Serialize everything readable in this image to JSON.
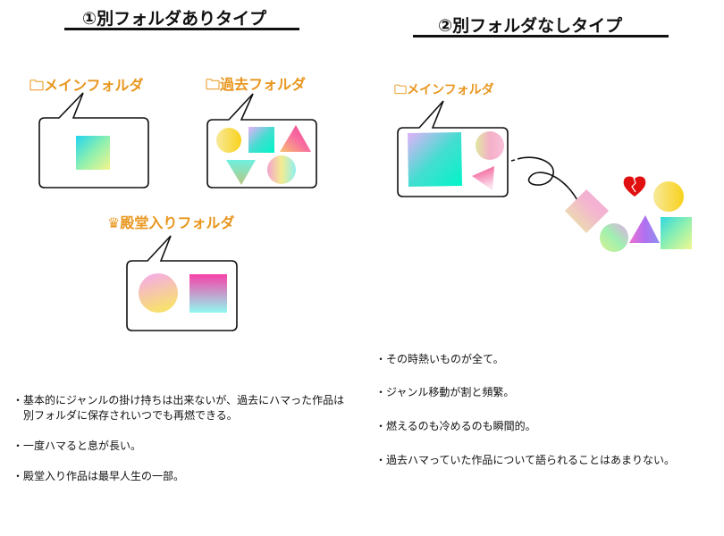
{
  "left_section": {
    "title": "①別フォルダありタイプ",
    "folders": {
      "main": {
        "icon": "folder-icon",
        "label": "メインフォルダ"
      },
      "past": {
        "icon": "folder-icon",
        "label": "過去フォルダ"
      },
      "hall_of_fame": {
        "icon": "crown-icon",
        "label": "殿堂入りフォルダ"
      }
    },
    "notes": [
      "・基本的にジャンルの掛け持ちは出来ないが、過去にハマった作品は",
      "　別フォルダに保存されいつでも再燃できる。",
      "・一度ハマると息が長い。",
      "・殿堂入り作品は最早人生の一部。"
    ]
  },
  "right_section": {
    "title": "②別フォルダなしタイプ",
    "folders": {
      "main": {
        "icon": "folder-icon",
        "label": "メインフォルダ"
      }
    },
    "notes": [
      "・その時熱いものが全て。",
      "・ジャンル移動が割と頻繁。",
      "・燃えるのも冷めるのも瞬間的。",
      "・過去ハマっていた作品について語られることはあまりない。"
    ]
  },
  "colors": {
    "label": "#e8961e",
    "heart": "#e01010"
  }
}
